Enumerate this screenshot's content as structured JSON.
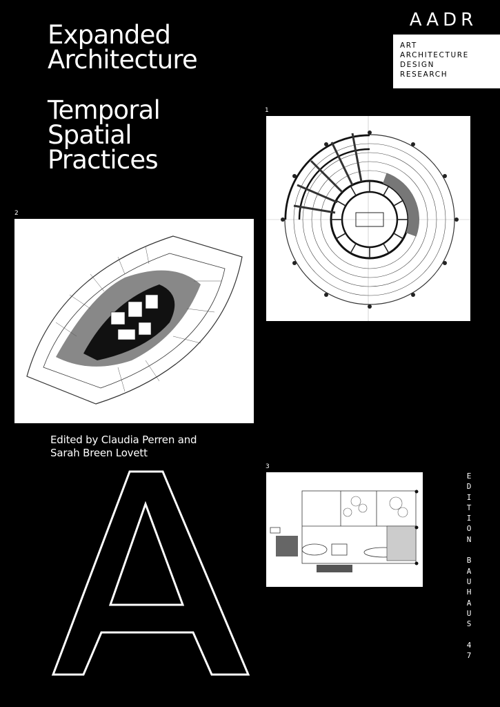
{
  "title": {
    "line1": [
      "Expanded",
      "Architecture"
    ],
    "line2": [
      "Temporal",
      "Spatial",
      "Practices"
    ]
  },
  "logo": {
    "mark": "AADR",
    "lines": [
      "ART",
      "ARCHITECTURE",
      "DESIGN",
      "RESEARCH"
    ]
  },
  "figures": [
    {
      "number": "1",
      "description": "circular building floor plan with radial structure"
    },
    {
      "number": "2",
      "description": "lens-shaped office floor plan"
    },
    {
      "number": "3",
      "description": "rectangular office floor plan with garden"
    }
  ],
  "editors": {
    "line1": "Edited by Claudia Perren and",
    "line2": "Sarah Breen Lovett"
  },
  "big_letter": "A",
  "series": {
    "letters": [
      "E",
      "D",
      "I",
      "T",
      "I",
      "O",
      "N",
      "",
      "B",
      "A",
      "U",
      "H",
      "A",
      "U",
      "S",
      "",
      "4",
      "7"
    ]
  },
  "colors": {
    "background": "#000000",
    "foreground": "#ffffff"
  }
}
